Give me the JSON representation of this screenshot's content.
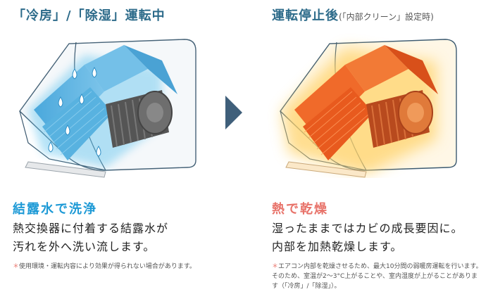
{
  "left": {
    "heading": "「冷房」/「除湿」運転中",
    "subtitle": "結露水で洗浄",
    "body": [
      "熱交換器に付着する結露水が",
      "汚れを外へ洗い流します。"
    ],
    "note_mark": "＊",
    "note": "使用環境・運転内容により効果が得られない場合があります。"
  },
  "right": {
    "heading": "運転停止後",
    "heading_sub": "(「内部クリーン」設定時)",
    "subtitle": "熱で乾燥",
    "body": [
      "湿ったままではカビの成長要因に。",
      "内部を加熱乾燥します。"
    ],
    "note_mark": "＊",
    "note": "エアコン内部を乾燥させるため、最大10分間の弱暖房運転を行います。そのため、室温が2～3°C上がることや、室内湿度が上がることがあります（「冷房」/「除湿」）。"
  },
  "colors": {
    "heading": "#2d6b8a",
    "wash_accent": "#1e9ad6",
    "dry_accent": "#e8736a",
    "arrow": "#3f5f7a"
  },
  "icons": {
    "step_arrow": "chevron-right-icon",
    "droplet": "water-drop-icon"
  }
}
